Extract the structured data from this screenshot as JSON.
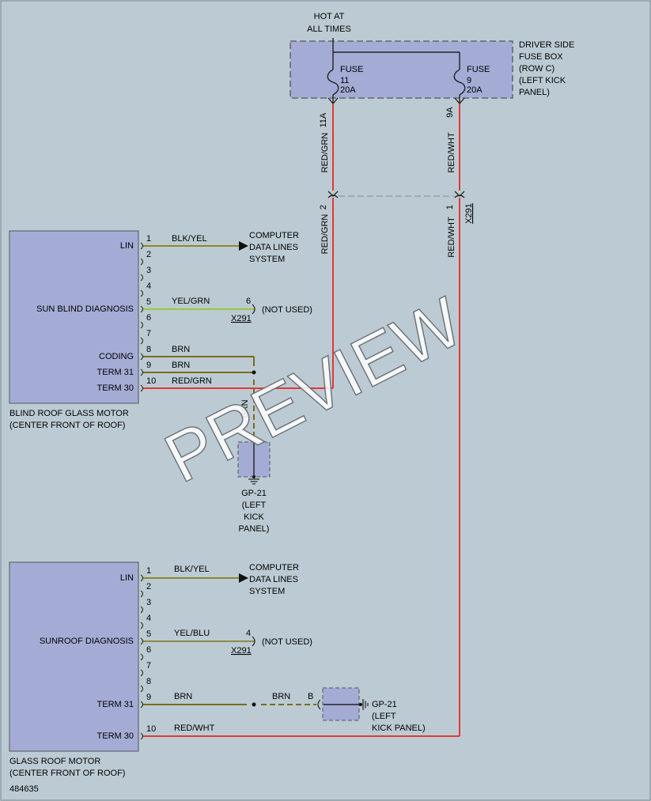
{
  "colors": {
    "background": "#bccbd3",
    "component_fill": "#a4acd6",
    "wire_brn": "#7b6a1e",
    "wire_red": "#e03a32",
    "wire_blk_yel": "#8a8a2a",
    "wire_yel_grn": "#9ac83a",
    "wire_yel_blu": "#8c8a4a"
  },
  "fuse_box": {
    "supply": [
      "HOT AT",
      "ALL TIMES"
    ],
    "label": [
      "DRIVER SIDE",
      "FUSE BOX",
      "(ROW C)",
      "(LEFT KICK",
      "PANEL)"
    ],
    "fuse_a": {
      "title": "FUSE",
      "number": "11",
      "rating": "20A",
      "terminal": "11A"
    },
    "fuse_b": {
      "title": "FUSE",
      "number": "9",
      "rating": "20A",
      "terminal": "9A"
    }
  },
  "wires": {
    "w_red_grn": "RED/GRN",
    "w_red_wht": "RED/WHT",
    "w_blk_yel": "BLK/YEL",
    "w_yel_grn": "YEL/GRN",
    "w_yel_blu": "YEL/BLU",
    "w_brn": "BRN"
  },
  "x291": {
    "name": "X291",
    "pin_red_grn": "2",
    "pin_red_wht": "1",
    "pin_yel_grn": "6",
    "pin_yel_blu": "4"
  },
  "pins": [
    "1",
    "2",
    "3",
    "4",
    "5",
    "6",
    "7",
    "8",
    "9",
    "10"
  ],
  "blind_motor": {
    "name": [
      "BLIND ROOF GLASS MOTOR",
      "(CENTER FRONT OF ROOF)"
    ],
    "lin": "LIN",
    "diag": "SUN BLIND DIAGNOSIS",
    "coding": "CODING",
    "term31": "TERM 31",
    "term30": "TERM 30"
  },
  "glass_motor": {
    "name": [
      "GLASS ROOF MOTOR",
      "(CENTER FRONT OF ROOF)"
    ],
    "lin": "LIN",
    "diag": "SUNROOF DIAGNOSIS",
    "term31": "TERM 31",
    "term30": "TERM 30"
  },
  "computer_data": [
    "COMPUTER",
    "DATA LINES",
    "SYSTEM"
  ],
  "not_used": "(NOT USED)",
  "ground1": {
    "name": "GP-21",
    "location": [
      "(LEFT",
      "KICK",
      "PANEL)"
    ]
  },
  "ground2": {
    "name": "GP-21",
    "location": [
      "(LEFT",
      "KICK PANEL)"
    ],
    "pin": "B"
  },
  "diagram_id": "484635",
  "watermark": "PREVIEW"
}
